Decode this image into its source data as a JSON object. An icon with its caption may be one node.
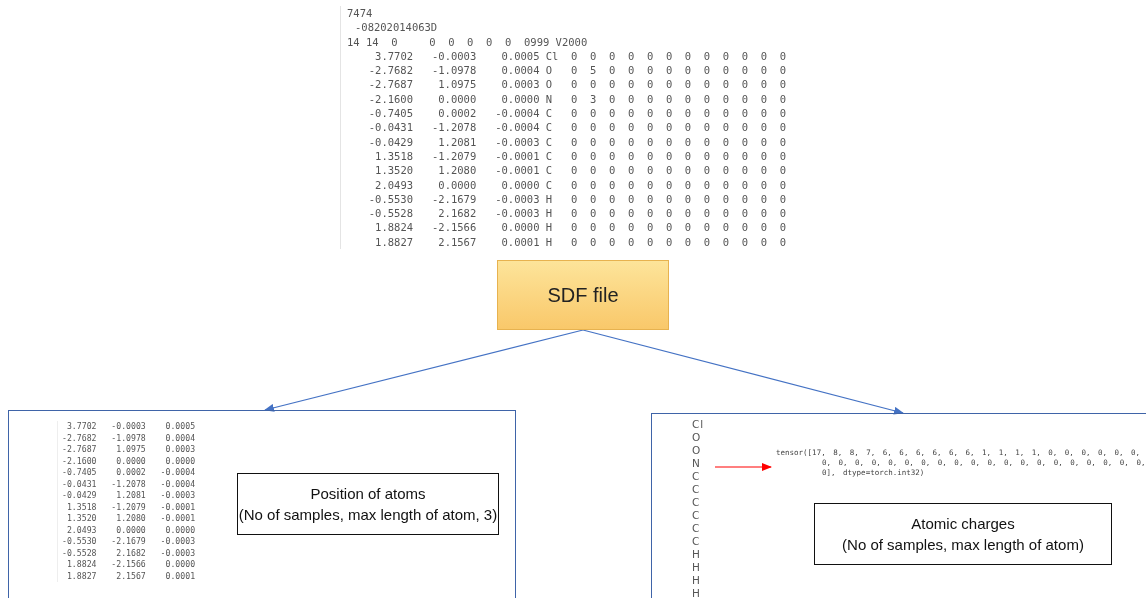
{
  "diagram": {
    "nodes": [
      {
        "text": [
          "SDF file"
        ]
      },
      {
        "text": [
          "3.7702   -0.0003    0.0005",
          "-2.7682   -1.0978    0.0004",
          "-2.7687    1.0975    0.0003",
          "-2.1600    0.0000    0.0000",
          "-0.7405    0.0002   -0.0004",
          "-0.0431   -1.2078   -0.0004",
          "-0.0429    1.2081   -0.0003",
          "1.3518   -1.2079   -0.0001",
          "1.3520    1.2080   -0.0001",
          "2.0493    0.0000    0.0000",
          "-0.5530   -2.1679   -0.0003",
          "-0.5528    2.1682   -0.0003",
          "1.8824   -2.1566    0.0000",
          "1.8827    2.1567    0.0001"
        ]
      },
      {
        "text": [
          "Position of atoms",
          "(No of samples, max length of atom, 3)"
        ],
        "in": 1
      },
      {
        "text": [],
        "shape": "box"
      },
      {
        "text": [
          "Cl",
          "O",
          "O",
          "N",
          "C",
          "C",
          "C",
          "C",
          "C",
          "C",
          "H",
          "H",
          "H",
          "H"
        ],
        "in": 3
      },
      {
        "text": [
          "tensor([17, 8, 8, 7, 6, 6, 6, 6, 6, 6, 1, 1, 1, 1, 0, 0, 0, 0, 0, 0, 0, 0, 0, 0, 0, 0, 0, 0, 0, 0, 0, 0, 0, 0, 0, 0, 0, 0, 0, 0, 0], dtype=torch.int32)"
        ],
        "in": 3
      },
      {
        "text": [
          "Atomic charges",
          "(No of samples, max length of atom)"
        ],
        "in": 3
      }
    ],
    "edges": [
      {
        "from": 0,
        "to": 1,
        "arrow": "to"
      },
      {
        "from": 0,
        "to": 3,
        "arrow": "to"
      },
      {
        "from": 4,
        "to": 5,
        "arrow": "to",
        "color": "#ff0000"
      }
    ],
    "labels": [
      "7474",
      "-08202014063D",
      "14 14  0     0  0  0  0  0  0999 V2000",
      "3.7702   -0.0003    0.0005 Cl  0  0  0  0  0  0  0  0  0  0  0  0",
      "-2.7682   -1.0978    0.0004 O   0  5  0  0  0  0  0  0  0  0  0  0",
      "-2.7687    1.0975    0.0003 O   0  0  0  0  0  0  0  0  0  0  0  0",
      "-2.1600    0.0000    0.0000 N   0  3  0  0  0  0  0  0  0  0  0  0",
      "-0.7405    0.0002   -0.0004 C   0  0  0  0  0  0  0  0  0  0  0  0",
      "-0.0431   -1.2078   -0.0004 C   0  0  0  0  0  0  0  0  0  0  0  0",
      "-0.0429    1.2081   -0.0003 C   0  0  0  0  0  0  0  0  0  0  0  0",
      "1.3518   -1.2079   -0.0001 C   0  0  0  0  0  0  0  0  0  0  0  0",
      "1.3520    1.2080   -0.0001 C   0  0  0  0  0  0  0  0  0  0  0  0",
      "2.0493    0.0000    0.0000 C   0  0  0  0  0  0  0  0  0  0  0  0",
      "-0.5530   -2.1679   -0.0003 H   0  0  0  0  0  0  0  0  0  0  0  0",
      "-0.5528    2.1682   -0.0003 H   0  0  0  0  0  0  0  0  0  0  0  0",
      "1.8824   -2.1566    0.0000 H   0  0  0  0  0  0  0  0  0  0  0  0",
      "1.8827    2.1567    0.0001 H   0  0  0  0  0  0  0  0  0  0  0  0"
    ]
  }
}
